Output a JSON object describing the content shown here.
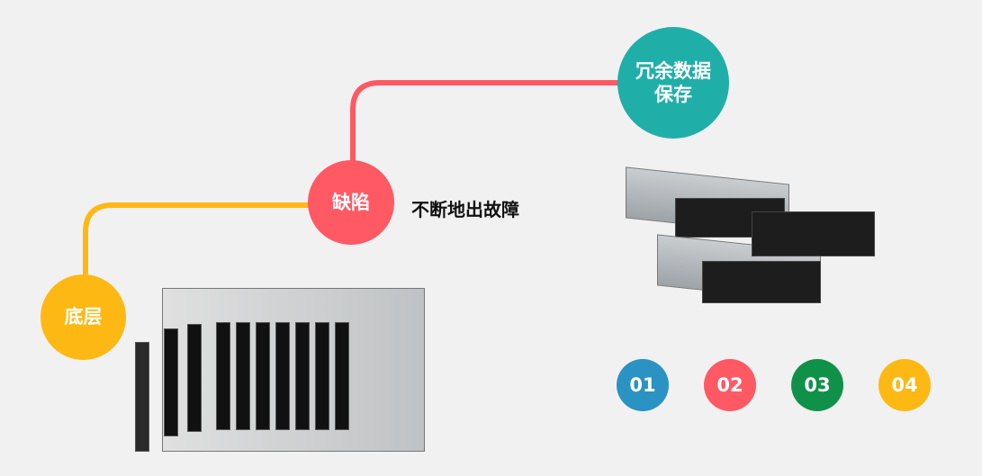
{
  "nodes": [
    {
      "label": "底层",
      "color": "#FDB813"
    },
    {
      "label": "缺陷",
      "color": "#FF5964"
    },
    {
      "label": "冗余数据保存",
      "line1": "冗余数据",
      "line2": "保存",
      "color": "#20AFA8"
    }
  ],
  "defect_note": "不断地出故障",
  "numbers": [
    {
      "label": "01",
      "color": "#2B93C3"
    },
    {
      "label": "02",
      "color": "#FF5964"
    },
    {
      "label": "03",
      "color": "#10914A"
    },
    {
      "label": "04",
      "color": "#FDB813"
    }
  ]
}
